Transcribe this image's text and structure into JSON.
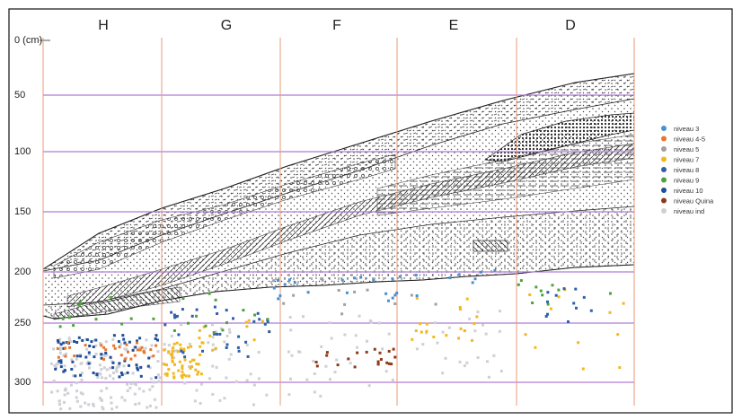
{
  "columns": [
    "H",
    "G",
    "F",
    "E",
    "D"
  ],
  "depth_ticks": [
    "0 (cm)",
    "50",
    "100",
    "150",
    "200",
    "250",
    "300"
  ],
  "legend": [
    {
      "label": "niveau 3",
      "color": "#4a90d0"
    },
    {
      "label": "niveau 4-5",
      "color": "#e8772e"
    },
    {
      "label": "niveau 5",
      "color": "#a0a0a0"
    },
    {
      "label": "niveau 7",
      "color": "#f2b81e"
    },
    {
      "label": "niveau 8",
      "color": "#2f5fa8"
    },
    {
      "label": "niveau 9",
      "color": "#4da33a"
    },
    {
      "label": "niveau 10",
      "color": "#1f4f9a"
    },
    {
      "label": "niveau Quina",
      "color": "#8b3a1a"
    },
    {
      "label": "niveau ind",
      "color": "#cfcfd6"
    }
  ],
  "colors": {
    "grid_line": "#b07cd8",
    "column_line": "#e89a7a",
    "outline": "#222222"
  }
}
